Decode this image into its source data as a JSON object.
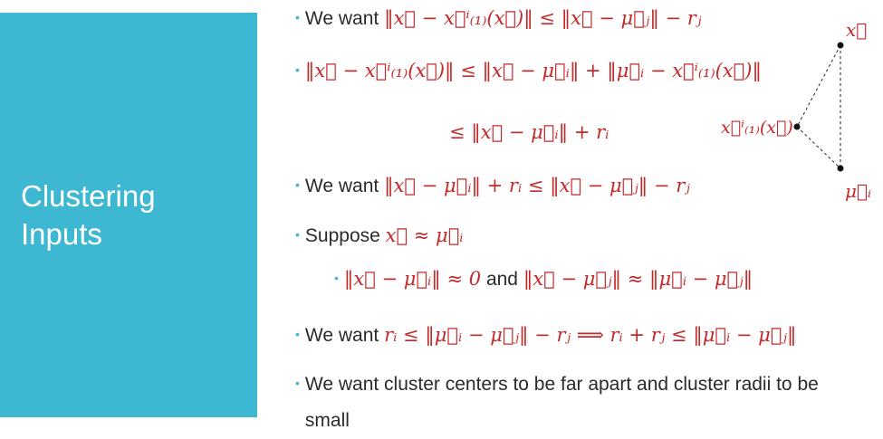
{
  "title": {
    "line1": "Clustering",
    "line2": "Inputs"
  },
  "bullets": [
    {
      "prefix": "We want",
      "math": "‖x⃗ − x⃗ⁱ₍₁₎(x⃗)‖ ≤ ‖x⃗ − μ⃗ⱼ‖ − rⱼ"
    },
    {
      "prefix": "",
      "math": "‖x⃗ − x⃗ⁱ₍₁₎(x⃗)‖ ≤ ‖x⃗ − μ⃗ᵢ‖ + ‖μ⃗ᵢ − x⃗ⁱ₍₁₎(x⃗)‖"
    },
    {
      "prefix": "",
      "math": "≤ ‖x⃗ − μ⃗ᵢ‖ + rᵢ"
    },
    {
      "prefix": "We want",
      "math": "‖x⃗ − μ⃗ᵢ‖ + rᵢ ≤ ‖x⃗ − μ⃗ⱼ‖ − rⱼ"
    },
    {
      "prefix": "Suppose",
      "math": "x⃗ ≈ μ⃗ᵢ"
    },
    {
      "math_a": "‖x⃗ − μ⃗ᵢ‖ ≈ 0",
      "mid": "and",
      "math_b": "‖x⃗ − μ⃗ⱼ‖ ≈ ‖μ⃗ᵢ − μ⃗ⱼ‖"
    },
    {
      "prefix": "We want",
      "math": "rᵢ ≤ ‖μ⃗ᵢ − μ⃗ⱼ‖ − rⱼ ⟹ rᵢ + rⱼ ≤ ‖μ⃗ᵢ − μ⃗ⱼ‖"
    },
    {
      "text": "We want cluster centers to be far apart and cluster radii to be small"
    }
  ],
  "diagram": {
    "label_x": "x⃗",
    "label_nn": "x⃗ⁱ₍₁₎(x⃗)",
    "label_mu": "μ⃗ᵢ"
  },
  "colors": {
    "accent": "#3db7d2",
    "math": "#c62828",
    "text": "#2b2b2b"
  }
}
